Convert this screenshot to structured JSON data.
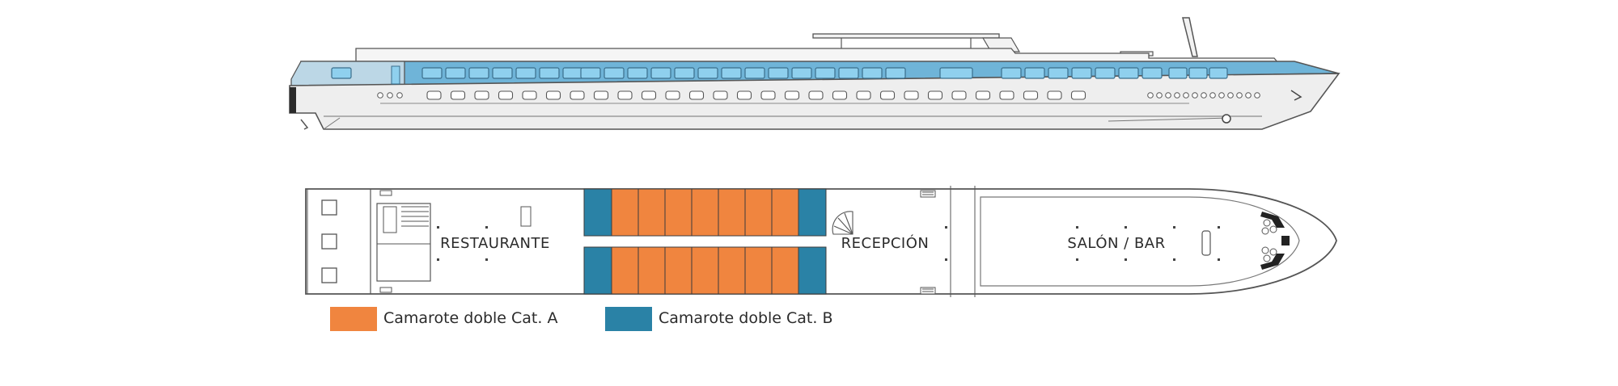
{
  "labels": {
    "restaurant": "RESTAURANTE",
    "reception": "RECEPCIÓN",
    "lounge": "SALÓN / BAR"
  },
  "legend": [
    {
      "label": "Camarote doble Cat. A",
      "color": "#f0853f"
    },
    {
      "label": "Camarote doble Cat. B",
      "color": "#2a82a6"
    }
  ],
  "colors": {
    "hull_outline": "#555555",
    "window_blue": "#8fd0ee",
    "superstructure_blue": "#6fb4d8",
    "hull_grey": "#e6e6e6",
    "cabin_a": "#f0853f",
    "cabin_b": "#2a82a6"
  },
  "cabins": {
    "cat_a_per_row": 7,
    "cat_b_per_row_end": 1
  }
}
